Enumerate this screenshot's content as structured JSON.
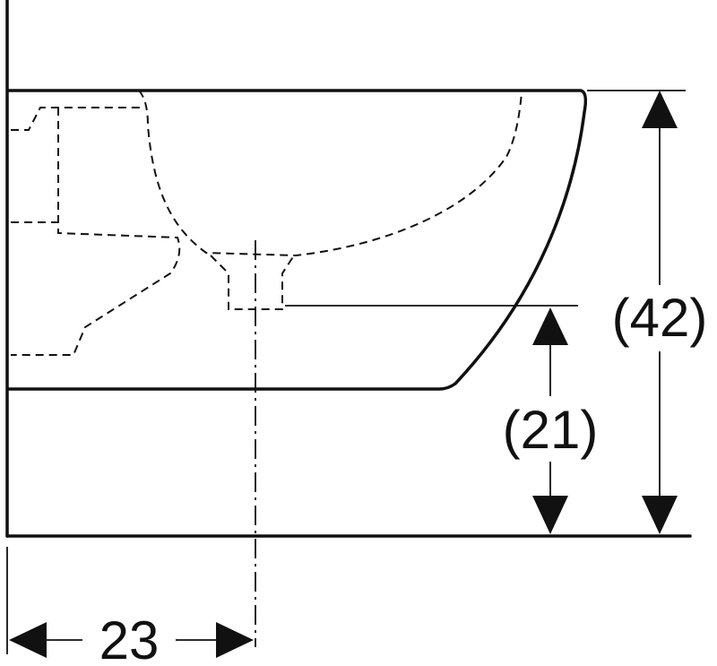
{
  "dimensions": {
    "total_height": "(42)",
    "outlet_height": "(21)",
    "wall_distance": "23"
  }
}
